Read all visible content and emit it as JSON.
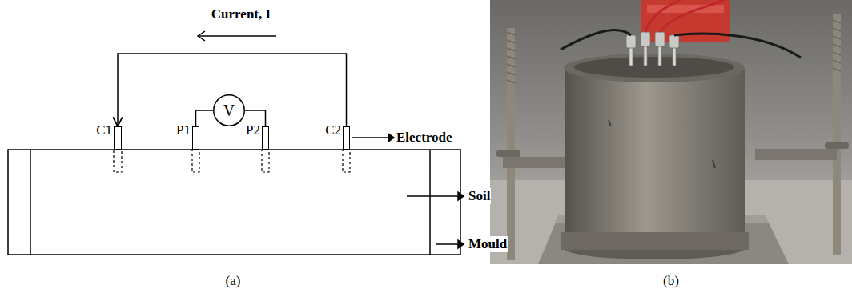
{
  "diagram": {
    "nodes": [
      {
        "text": [
          "V"
        ]
      },
      {
        "text": [
          "C1"
        ]
      },
      {
        "text": [
          "P1"
        ]
      },
      {
        "text": [
          "P2"
        ]
      },
      {
        "text": [
          "C2"
        ]
      }
    ],
    "edges": [
      {
        "from": 0,
        "to": 2,
        "arrow": "none"
      },
      {
        "from": 0,
        "to": 3,
        "arrow": "none"
      },
      {
        "from": 4,
        "to": 1,
        "label": "Current, I",
        "arrow": "to"
      }
    ],
    "labels": [
      "Electrode",
      "Soil",
      "Mould",
      "(a)",
      "(b)"
    ]
  }
}
